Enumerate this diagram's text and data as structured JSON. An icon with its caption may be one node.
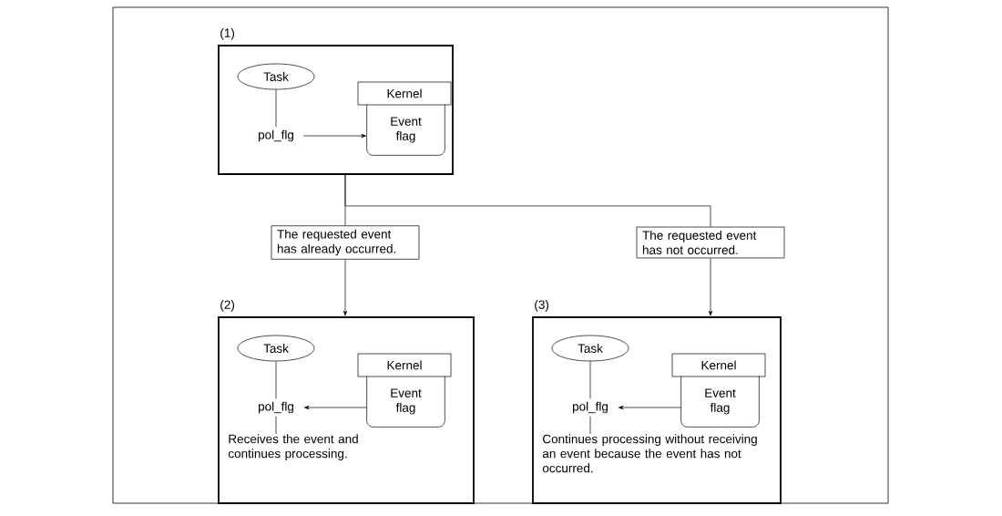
{
  "diagram": {
    "nodes": [
      {
        "text": [
          "(1)"
        ]
      },
      {
        "text": [
          "Task"
        ],
        "in": 0
      },
      {
        "text": [
          "pol_flg"
        ],
        "in": 0
      },
      {
        "text": [
          "Kernel"
        ],
        "in": 0
      },
      {
        "text": [
          "Event flag"
        ],
        "in": 0
      },
      {
        "text": [
          "The requested event has already occurred."
        ]
      },
      {
        "text": [
          "The requested event has not occurred."
        ]
      },
      {
        "text": [
          "(2)"
        ]
      },
      {
        "text": [
          "Task"
        ],
        "in": 7
      },
      {
        "text": [
          "pol_flg"
        ],
        "in": 7
      },
      {
        "text": [
          "Kernel"
        ],
        "in": 7
      },
      {
        "text": [
          "Event flag"
        ],
        "in": 7
      },
      {
        "text": [
          "Receives the event and continues processing."
        ],
        "in": 7
      },
      {
        "text": [
          "(3)"
        ]
      },
      {
        "text": [
          "Task"
        ],
        "in": 13
      },
      {
        "text": [
          "pol_flg"
        ],
        "in": 13
      },
      {
        "text": [
          "Kernel"
        ],
        "in": 13
      },
      {
        "text": [
          "Event flag"
        ],
        "in": 13
      },
      {
        "text": [
          "Continues processing without receiving an event because the event has not occurred."
        ],
        "in": 13
      }
    ],
    "edges": [
      {
        "from": 1,
        "to": 2,
        "arrow": "none"
      },
      {
        "from": 2,
        "to": 4,
        "arrow": "to"
      },
      {
        "from": 0,
        "to": 5,
        "arrow": "none"
      },
      {
        "from": 0,
        "to": 6,
        "arrow": "none"
      },
      {
        "from": 5,
        "to": 7,
        "arrow": "to"
      },
      {
        "from": 6,
        "to": 13,
        "arrow": "to"
      },
      {
        "from": 8,
        "to": 9,
        "arrow": "none"
      },
      {
        "from": 11,
        "to": 9,
        "arrow": "to"
      },
      {
        "from": 9,
        "to": 12,
        "arrow": "none"
      },
      {
        "from": 14,
        "to": 15,
        "arrow": "none"
      },
      {
        "from": 17,
        "to": 15,
        "arrow": "to"
      },
      {
        "from": 15,
        "to": 18,
        "arrow": "none"
      }
    ]
  }
}
